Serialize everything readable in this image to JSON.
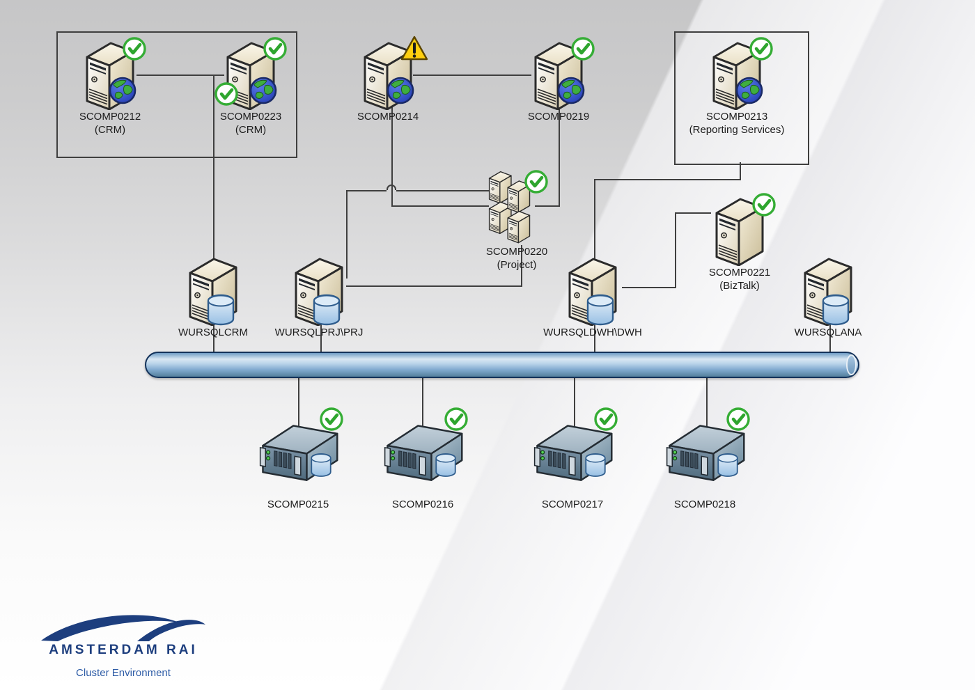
{
  "diagram": {
    "kind": "cluster-environment-network-diagram"
  },
  "brand": {
    "name": "AMSTERDAM RAI",
    "caption": "Cluster Environment"
  },
  "groups": [
    {
      "id": "crm-cluster",
      "members": [
        "SCOMP0212",
        "SCOMP0223"
      ]
    },
    {
      "id": "reporting-cluster",
      "members": [
        "SCOMP0213"
      ]
    }
  ],
  "nodes": [
    {
      "id": "scomp0212",
      "label": "SCOMP0212",
      "sublabel": "(CRM)",
      "type": "web-server",
      "status": "ok"
    },
    {
      "id": "scomp0223",
      "label": "SCOMP0223",
      "sublabel": "(CRM)",
      "type": "web-server",
      "status": "ok",
      "extra_status": "ok"
    },
    {
      "id": "scomp0214",
      "label": "SCOMP0214",
      "sublabel": "",
      "type": "web-server",
      "status": "warning"
    },
    {
      "id": "scomp0219",
      "label": "SCOMP0219",
      "sublabel": "",
      "type": "web-server",
      "status": "ok"
    },
    {
      "id": "scomp0213",
      "label": "SCOMP0213",
      "sublabel": "(Reporting Services)",
      "type": "web-server",
      "status": "ok"
    },
    {
      "id": "scomp0220",
      "label": "SCOMP0220",
      "sublabel": "(Project)",
      "type": "server-stack",
      "status": "ok"
    },
    {
      "id": "scomp0221",
      "label": "SCOMP0221",
      "sublabel": "(BizTalk)",
      "type": "server",
      "status": "ok"
    },
    {
      "id": "wursqlcrm",
      "label": "WURSQLCRM",
      "sublabel": "",
      "type": "sql-server",
      "status": ""
    },
    {
      "id": "wursqlprj",
      "label": "WURSQLPRJ\\PRJ",
      "sublabel": "",
      "type": "sql-server",
      "status": ""
    },
    {
      "id": "wursqldwh",
      "label": "WURSQLDWH\\DWH",
      "sublabel": "",
      "type": "sql-server",
      "status": ""
    },
    {
      "id": "wursqlana",
      "label": "WURSQLANA",
      "sublabel": "",
      "type": "sql-server",
      "status": ""
    },
    {
      "id": "scomp0215",
      "label": "SCOMP0215",
      "sublabel": "",
      "type": "rack-server",
      "status": "ok"
    },
    {
      "id": "scomp0216",
      "label": "SCOMP0216",
      "sublabel": "",
      "type": "rack-server",
      "status": "ok"
    },
    {
      "id": "scomp0217",
      "label": "SCOMP0217",
      "sublabel": "",
      "type": "rack-server",
      "status": "ok"
    },
    {
      "id": "scomp0218",
      "label": "SCOMP0218",
      "sublabel": "",
      "type": "rack-server",
      "status": "ok"
    }
  ],
  "links": [
    {
      "from": "scomp0212",
      "to": "scomp0223"
    },
    {
      "from": "crm-cluster",
      "to": "wursqlcrm"
    },
    {
      "from": "wursqlcrm",
      "to": "network-bus"
    },
    {
      "from": "scomp0214",
      "to": "scomp0219"
    },
    {
      "from": "scomp0214",
      "to": "scomp0220"
    },
    {
      "from": "wursqlprj",
      "to": "scomp0220",
      "via": "left-side"
    },
    {
      "from": "wursqlprj",
      "to": "scomp0220",
      "via": "bottom"
    },
    {
      "from": "scomp0219",
      "to": "scomp0220"
    },
    {
      "from": "wursqlprj",
      "to": "network-bus"
    },
    {
      "from": "reporting-cluster",
      "to": "wursqldwh"
    },
    {
      "from": "scomp0221",
      "to": "wursqldwh"
    },
    {
      "from": "wursqldwh",
      "to": "network-bus"
    },
    {
      "from": "wursqlana",
      "to": "network-bus"
    },
    {
      "from": "network-bus",
      "to": "scomp0215"
    },
    {
      "from": "network-bus",
      "to": "scomp0216"
    },
    {
      "from": "network-bus",
      "to": "scomp0217"
    },
    {
      "from": "network-bus",
      "to": "scomp0218"
    }
  ],
  "status_icons": {
    "ok": "green-check-circle",
    "warning": "yellow-warning-triangle"
  },
  "colors": {
    "line": "#3f3f3f",
    "status_ok": "#35ad35",
    "status_warning": "#ffcf0f",
    "bus_blue": "#82abd0",
    "server_cream": "#efe7d2",
    "rack_slate": "#7a92a5",
    "db_cylinder": "#aecfec",
    "globe_blue": "#2b3fd6",
    "brand_navy": "#1d3e7e",
    "caption_blue": "#2e5ca6"
  }
}
